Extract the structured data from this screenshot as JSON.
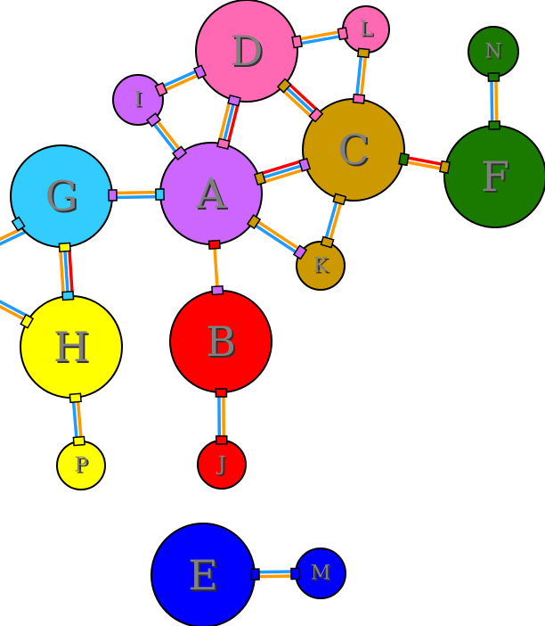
{
  "nodes": [
    {
      "id": "D",
      "label": "D",
      "color": "#ff69b4",
      "size": "large"
    },
    {
      "id": "L",
      "label": "L",
      "color": "#ff69b4",
      "size": "small"
    },
    {
      "id": "N",
      "label": "N",
      "color": "#1a7a00",
      "size": "small"
    },
    {
      "id": "I",
      "label": "I",
      "color": "#cc66ff",
      "size": "small"
    },
    {
      "id": "C",
      "label": "C",
      "color": "#cc9900",
      "size": "large"
    },
    {
      "id": "F",
      "label": "F",
      "color": "#1a7a00",
      "size": "large"
    },
    {
      "id": "G",
      "label": "G",
      "color": "#33ccff",
      "size": "large"
    },
    {
      "id": "A",
      "label": "A",
      "color": "#cc66ff",
      "size": "large"
    },
    {
      "id": "K",
      "label": "K",
      "color": "#cc9900",
      "size": "small"
    },
    {
      "id": "H",
      "label": "H",
      "color": "#ffff00",
      "size": "large"
    },
    {
      "id": "B",
      "label": "B",
      "color": "#ff0000",
      "size": "large"
    },
    {
      "id": "P",
      "label": "P",
      "color": "#ffff00",
      "size": "small"
    },
    {
      "id": "J",
      "label": "J",
      "color": "#ff0000",
      "size": "small"
    },
    {
      "id": "E",
      "label": "E",
      "color": "#0000ff",
      "size": "large"
    },
    {
      "id": "M",
      "label": "M",
      "color": "#0000ff",
      "size": "small"
    }
  ],
  "edges": [
    {
      "from": "D",
      "to": "L",
      "lines": [
        "#ff9900",
        "#1e9bff"
      ]
    },
    {
      "from": "D",
      "to": "I",
      "lines": [
        "#ff9900",
        "#1e9bff"
      ]
    },
    {
      "from": "D",
      "to": "A",
      "lines": [
        "#ff0000",
        "#1e9bff",
        "#ff9900"
      ]
    },
    {
      "from": "D",
      "to": "C",
      "lines": [
        "#ff0000",
        "#1e9bff",
        "#ff9900"
      ]
    },
    {
      "from": "L",
      "to": "C",
      "lines": [
        "#ff9900",
        "#1e9bff"
      ]
    },
    {
      "from": "N",
      "to": "F",
      "lines": [
        "#ff9900",
        "#1e9bff"
      ]
    },
    {
      "from": "I",
      "to": "A",
      "lines": [
        "#ff9900",
        "#1e9bff"
      ]
    },
    {
      "from": "A",
      "to": "C",
      "lines": [
        "#ff0000",
        "#1e9bff",
        "#ff9900"
      ]
    },
    {
      "from": "C",
      "to": "F",
      "lines": [
        "#ff0000",
        "#ff9900"
      ]
    },
    {
      "from": "G",
      "to": "A",
      "lines": [
        "#ff9900",
        "#1e9bff"
      ]
    },
    {
      "from": "A",
      "to": "K",
      "lines": [
        "#ff9900",
        "#1e9bff"
      ]
    },
    {
      "from": "C",
      "to": "K",
      "lines": [
        "#ff9900",
        "#1e9bff"
      ]
    },
    {
      "from": "G",
      "to": "H",
      "lines": [
        "#ff0000",
        "#1e9bff",
        "#ff9900"
      ]
    },
    {
      "from": "A",
      "to": "B",
      "lines": [
        "#ff9900"
      ]
    },
    {
      "from": "H",
      "to": "P",
      "lines": [
        "#ff9900",
        "#1e9bff"
      ]
    },
    {
      "from": "B",
      "to": "J",
      "lines": [
        "#ff9900",
        "#1e9bff"
      ]
    },
    {
      "from": "E",
      "to": "M",
      "lines": [
        "#1e9bff",
        "#ff9900"
      ]
    }
  ]
}
